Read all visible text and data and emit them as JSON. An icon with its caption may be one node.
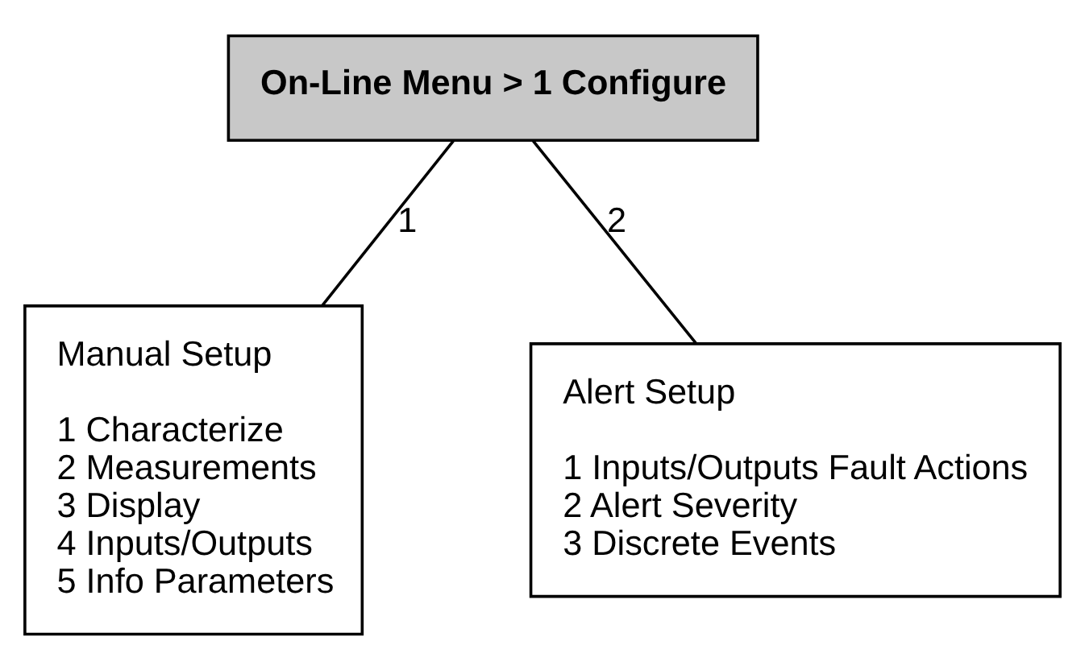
{
  "diagram": {
    "nodes": [
      {
        "text": [
          "On-Line Menu > 1 Configure"
        ]
      },
      {
        "text": [
          "Manual Setup",
          "1 Characterize",
          "2 Measurements",
          "3 Display",
          "4 Inputs/Outputs",
          "5 Info Parameters"
        ]
      },
      {
        "text": [
          "Alert Setup",
          "1 Inputs/Outputs Fault Actions",
          "2 Alert Severity",
          "3 Discrete Events"
        ]
      }
    ],
    "edges": [
      {
        "from": 0,
        "to": 1,
        "label": "1",
        "arrow": "none"
      },
      {
        "from": 0,
        "to": 2,
        "label": "2",
        "arrow": "none"
      }
    ]
  }
}
